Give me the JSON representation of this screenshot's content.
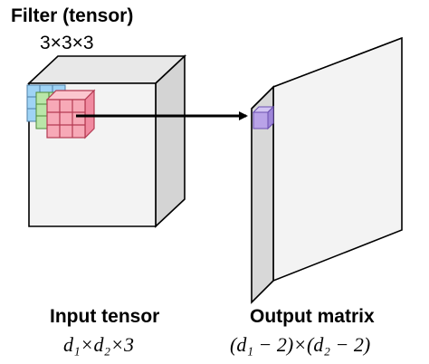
{
  "filter": {
    "title": "Filter (tensor)",
    "size": "3×3×3"
  },
  "input": {
    "title": "Input tensor",
    "dims": "d₁×d₂×3"
  },
  "output": {
    "title": "Output matrix",
    "dims": "(d₁ − 2)×(d₂ − 2)"
  },
  "colors": {
    "slab_face": "#f3f3f3",
    "slab_side": "#d4d4d4",
    "slab_top": "#e8e8e8",
    "filter_layer_1": "#9fd3f5",
    "filter_layer_2": "#b9e6a8",
    "filter_layer_3": "#f7a9b7",
    "output_cell": "#b9a3e8",
    "arrow": "#000000"
  }
}
